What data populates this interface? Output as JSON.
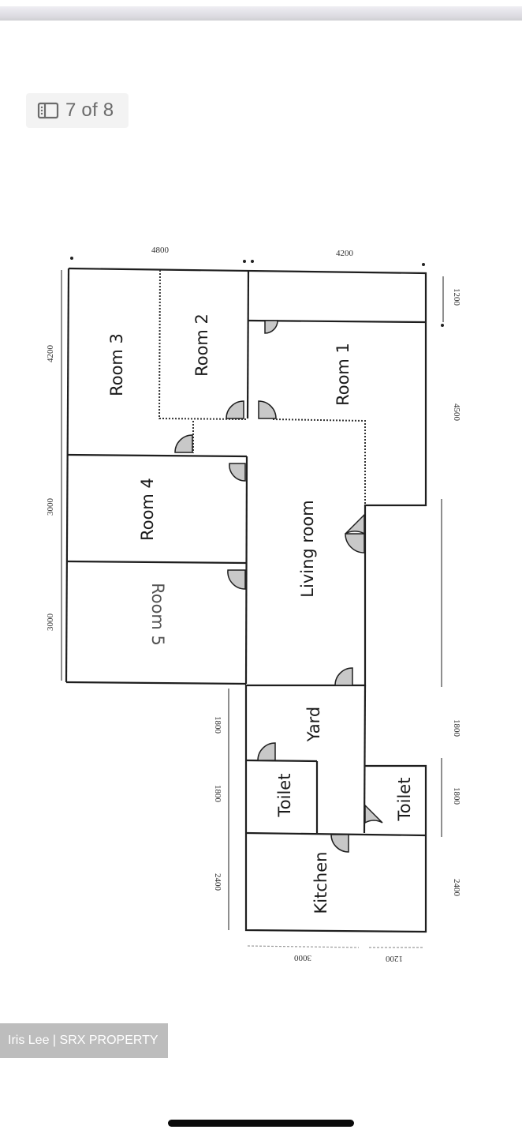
{
  "gallery": {
    "counter": "7 of 8",
    "counter_icon": "gallery-icon",
    "current": 7,
    "total": 8
  },
  "floorplan": {
    "rooms": {
      "room1": "Room 1",
      "room2": "Room 2",
      "room3": "Room 3",
      "room4": "Room 4",
      "room5": "Room 5",
      "living": "Living room",
      "yard": "Yard",
      "toilet1": "Toilet",
      "toilet2": "Toilet",
      "kitchen": "Kitchen"
    },
    "dimensions": {
      "top_left": "4800",
      "top_right": "4200",
      "left_room3": "4200",
      "left_room4": "3000",
      "left_room5": "3000",
      "left_yard": "1800",
      "left_toilet": "1800",
      "left_kitchen": "2400",
      "right_top": "1200",
      "right_room1": "4500",
      "right_yard": "1800",
      "right_toilet": "1800",
      "right_kitchen": "2400",
      "bottom_left": "3000",
      "bottom_right": "1200"
    }
  },
  "watermark": {
    "text": "Iris Lee | SRX PROPERTY"
  }
}
